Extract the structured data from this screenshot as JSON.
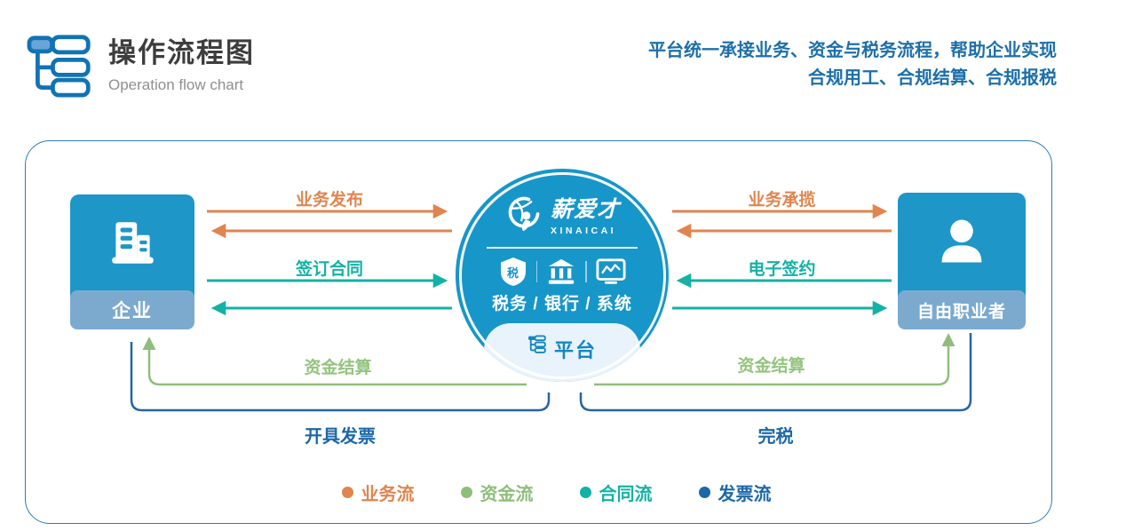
{
  "header": {
    "title": "操作流程图",
    "subtitle": "Operation flow chart",
    "tagline_line1": "平台统一承接业务、资金与税务流程，帮助企业实现",
    "tagline_line2": "合规用工、合规结算、合规报税"
  },
  "diagram": {
    "left_entity": {
      "label": "企业"
    },
    "right_entity": {
      "label": "自由职业者"
    },
    "center": {
      "brand_cn": "薪爱才",
      "brand_en": "XINAICAI",
      "shield_char": "税",
      "services": "税务 / 银行 / 系统",
      "platform_label": "平台"
    },
    "flows": {
      "top_left": "业务发布",
      "mid_left": "签订合同",
      "top_right": "业务承揽",
      "mid_right": "电子签约",
      "settle_left": "资金结算",
      "settle_right": "资金结算",
      "invoice": "开具发票",
      "tax": "完税"
    },
    "legend": [
      {
        "label": "业务流",
        "color": "#e0854f"
      },
      {
        "label": "资金流",
        "color": "#8fbe7c"
      },
      {
        "label": "合同流",
        "color": "#13b2a4"
      },
      {
        "label": "发票流",
        "color": "#1c67a8"
      }
    ]
  },
  "colors": {
    "primary_blue": "#1e96c8",
    "band_blue": "#7caacf",
    "border_blue": "#2d7cb5",
    "tagline_blue": "#1d6fa9",
    "business_flow": "#e0854f",
    "funds_flow": "#8fbe7c",
    "contract_flow": "#13b2a4",
    "invoice_flow": "#1c67a8"
  }
}
